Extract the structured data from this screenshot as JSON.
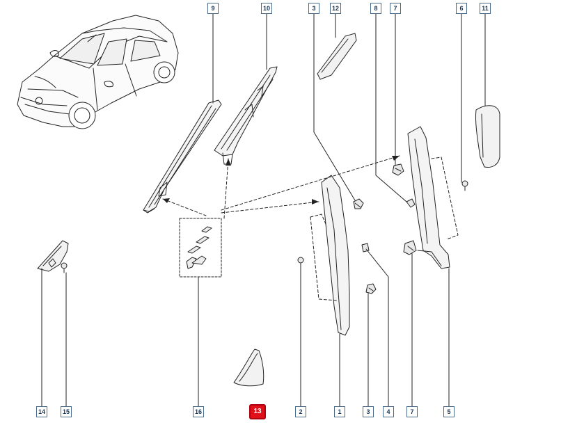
{
  "callouts": [
    {
      "id": "9",
      "label": "9"
    },
    {
      "id": "10",
      "label": "10"
    },
    {
      "id": "3a",
      "label": "3"
    },
    {
      "id": "12",
      "label": "12"
    },
    {
      "id": "8",
      "label": "8"
    },
    {
      "id": "7a",
      "label": "7"
    },
    {
      "id": "6",
      "label": "6"
    },
    {
      "id": "11",
      "label": "11"
    },
    {
      "id": "14",
      "label": "14"
    },
    {
      "id": "15",
      "label": "15"
    },
    {
      "id": "16",
      "label": "16"
    },
    {
      "id": "13",
      "label": "13",
      "highlighted": true
    },
    {
      "id": "2",
      "label": "2"
    },
    {
      "id": "1",
      "label": "1"
    },
    {
      "id": "3b",
      "label": "3"
    },
    {
      "id": "4",
      "label": "4"
    },
    {
      "id": "7b",
      "label": "7"
    },
    {
      "id": "5",
      "label": "5"
    }
  ],
  "colors": {
    "callout_border": "#4a6a8a",
    "callout_text": "#1a3552",
    "highlight": "#e0101a",
    "line": "#222222",
    "part_fill": "#f2f2f2"
  }
}
